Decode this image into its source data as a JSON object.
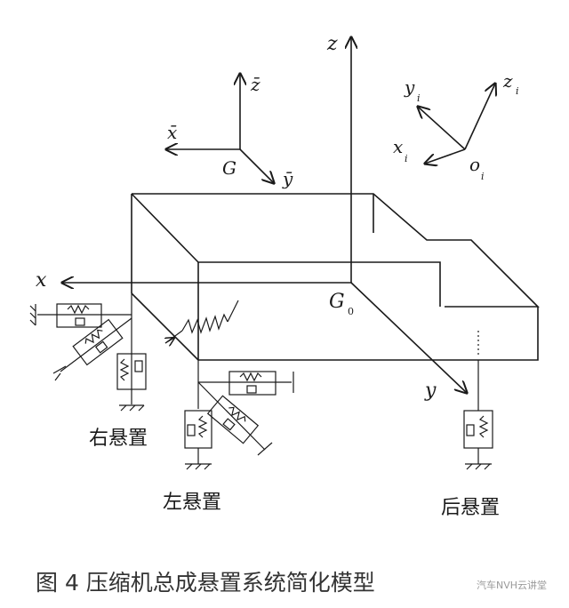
{
  "axes": {
    "global": {
      "z": "z",
      "x": "x",
      "y": "y",
      "origin": "G",
      "origin_sub": "0"
    },
    "cg": {
      "z": "z̄",
      "x": "x̄",
      "y": "ȳ",
      "origin": "G"
    },
    "local": {
      "y": "y",
      "x": "x",
      "z": "z",
      "origin": "o",
      "sub": "i"
    }
  },
  "mounts": {
    "right": "右悬置",
    "left": "左悬置",
    "rear": "后悬置"
  },
  "caption": "图 4  压缩机总成悬置系统简化模型",
  "watermark": "汽车NVH云讲堂"
}
